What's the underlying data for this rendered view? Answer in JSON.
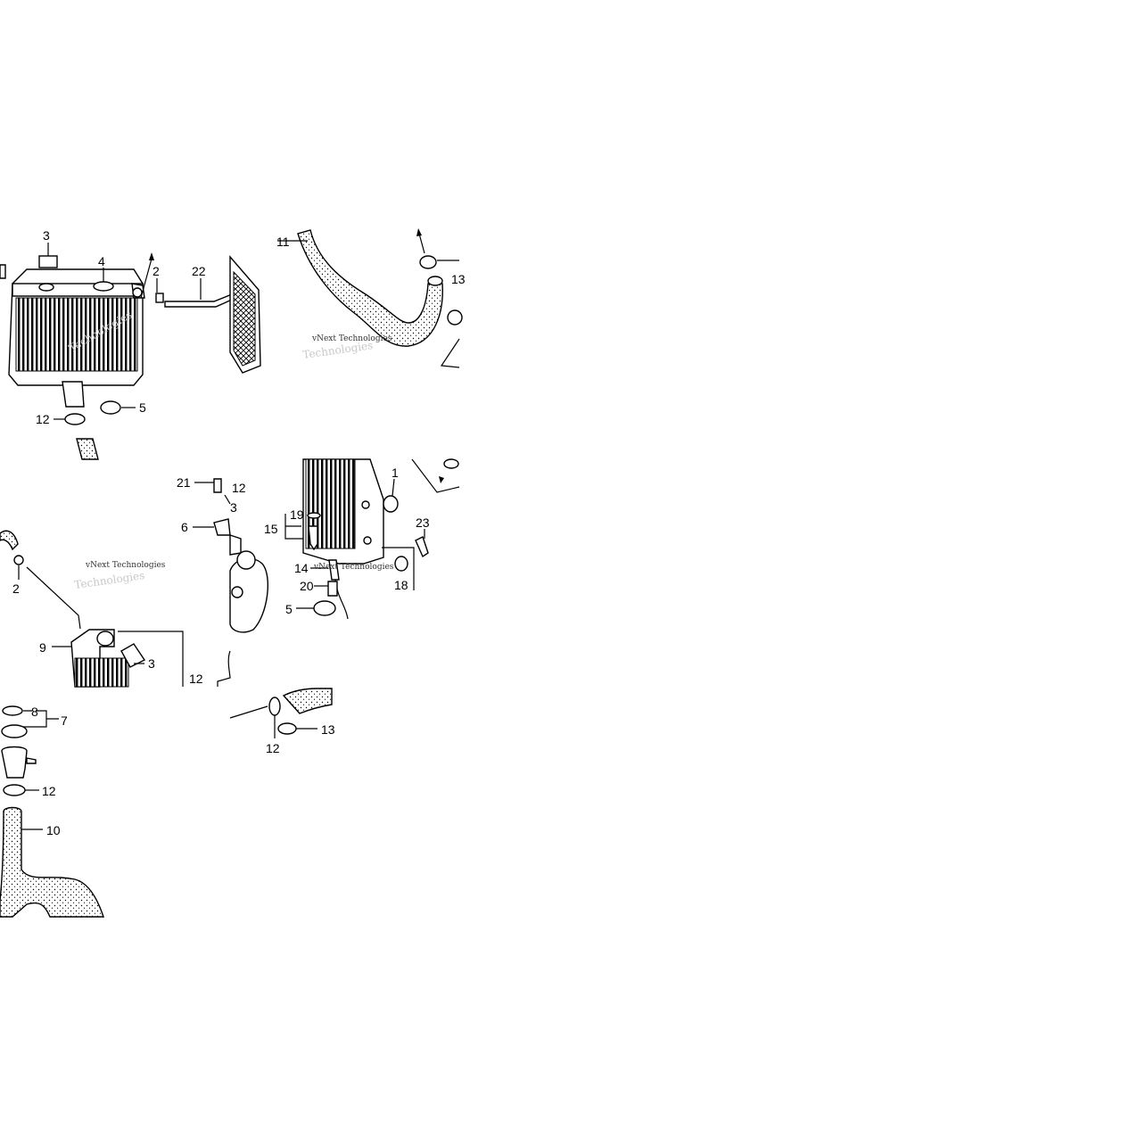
{
  "watermark": {
    "line1": "vNext Technologies",
    "line2": "Technologies"
  },
  "labels": {
    "l1": "1",
    "l2": "2",
    "l3": "3",
    "l4": "4",
    "l5": "5",
    "l6": "6",
    "l7": "7",
    "l8": "8",
    "l9": "9",
    "l10": "10",
    "l11": "11",
    "l12": "12",
    "l13": "13",
    "l14": "14",
    "l15": "15",
    "l18": "18",
    "l19": "19",
    "l20": "20",
    "l21": "21",
    "l22": "22",
    "l23": "23"
  },
  "colors": {
    "ink": "#000000",
    "background": "#ffffff",
    "watermark": "#c8c8c8"
  }
}
